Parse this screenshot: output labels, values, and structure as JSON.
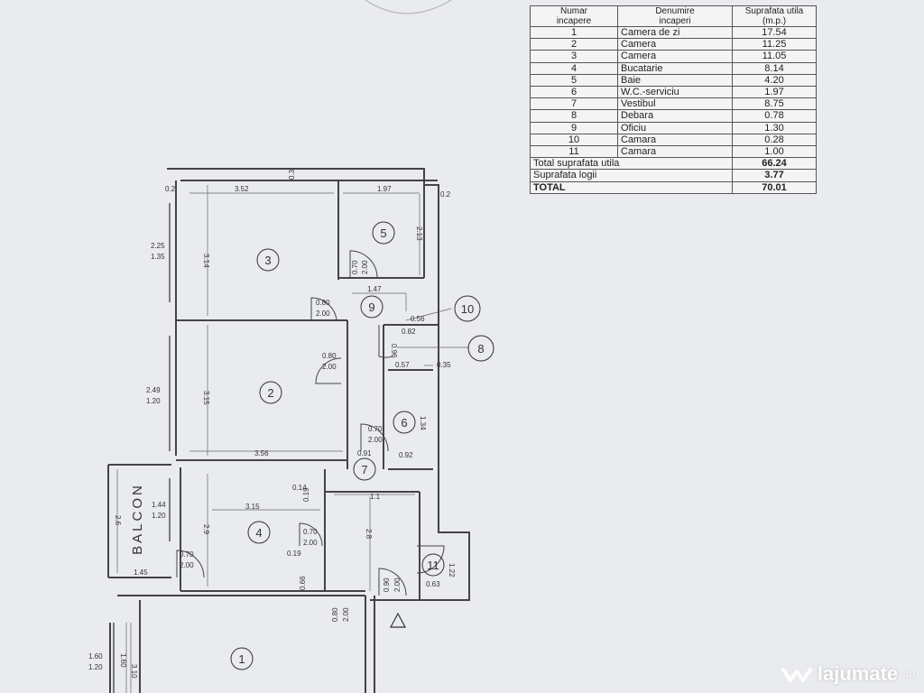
{
  "table": {
    "headers": [
      "Numar\nincapere",
      "Denumire\nincaperi",
      "Suprafata utila\n(m.p.)"
    ],
    "rows": [
      {
        "num": "1",
        "name": "Camera de zi",
        "area": "17.54"
      },
      {
        "num": "2",
        "name": "Camera",
        "area": "11.25"
      },
      {
        "num": "3",
        "name": "Camera",
        "area": "11.05"
      },
      {
        "num": "4",
        "name": "Bucatarie",
        "area": "8.14"
      },
      {
        "num": "5",
        "name": "Baie",
        "area": "4.20"
      },
      {
        "num": "6",
        "name": "W.C.-serviciu",
        "area": "1.97"
      },
      {
        "num": "7",
        "name": "Vestibul",
        "area": "8.75"
      },
      {
        "num": "8",
        "name": "Debara",
        "area": "0.78"
      },
      {
        "num": "9",
        "name": "Oficiu",
        "area": "1.30"
      },
      {
        "num": "10",
        "name": "Camara",
        "area": "0.28"
      },
      {
        "num": "11",
        "name": "Camara",
        "area": "1.00"
      }
    ],
    "totals": [
      {
        "label": "Total suprafata utila",
        "value": "66.24"
      },
      {
        "label": "Suprafata logii",
        "value": "3.77"
      },
      {
        "label": "TOTAL",
        "value": "70.01"
      }
    ]
  },
  "plan": {
    "balcony_label": "BALCON",
    "rooms": [
      {
        "id": "1",
        "label": "1"
      },
      {
        "id": "2",
        "label": "2"
      },
      {
        "id": "3",
        "label": "3"
      },
      {
        "id": "4",
        "label": "4"
      },
      {
        "id": "5",
        "label": "5"
      },
      {
        "id": "6",
        "label": "6"
      },
      {
        "id": "7",
        "label": "7"
      },
      {
        "id": "8",
        "label": "8"
      },
      {
        "id": "9",
        "label": "9"
      },
      {
        "id": "10",
        "label": "10"
      },
      {
        "id": "11",
        "label": "11"
      }
    ],
    "dimensions": [
      {
        "id": "d-3-width",
        "text": "3.52"
      },
      {
        "id": "d-5-width",
        "text": "1.97"
      },
      {
        "id": "d-right-02",
        "text": "0.2"
      },
      {
        "id": "d-left-02",
        "text": "0.2"
      },
      {
        "id": "d-top-vert",
        "text": "0.3"
      },
      {
        "id": "d-3-height",
        "text": "3.14"
      },
      {
        "id": "d-5-height",
        "text": "2.13"
      },
      {
        "id": "d-win3-a",
        "text": "2.25"
      },
      {
        "id": "d-win3-b",
        "text": "1.35"
      },
      {
        "id": "d-door5-a",
        "text": "0.70"
      },
      {
        "id": "d-door5-b",
        "text": "2.00"
      },
      {
        "id": "d-door3-a",
        "text": "0.80"
      },
      {
        "id": "d-door3-b",
        "text": "2.00"
      },
      {
        "id": "d-9-width",
        "text": "1.47"
      },
      {
        "id": "d-10-width",
        "text": "0.56"
      },
      {
        "id": "d-8-a",
        "text": "0.82"
      },
      {
        "id": "d-8-b",
        "text": "0.96"
      },
      {
        "id": "d-8-c",
        "text": "0.57"
      },
      {
        "id": "d-8-d",
        "text": "0.35"
      },
      {
        "id": "d-door2-a",
        "text": "0.80"
      },
      {
        "id": "d-door2-b",
        "text": "2.00"
      },
      {
        "id": "d-win2-a",
        "text": "2.49"
      },
      {
        "id": "d-win2-b",
        "text": "1.20"
      },
      {
        "id": "d-2-height",
        "text": "3.15"
      },
      {
        "id": "d-6-height",
        "text": "1.34"
      },
      {
        "id": "d-door6-a",
        "text": "0.70"
      },
      {
        "id": "d-door6-b",
        "text": "2.00"
      },
      {
        "id": "d-2-width",
        "text": "3.56"
      },
      {
        "id": "d-7-a",
        "text": "0.91"
      },
      {
        "id": "d-6-width",
        "text": "0.92"
      },
      {
        "id": "d-4-a",
        "text": "0.14"
      },
      {
        "id": "d-4-b",
        "text": "0.19"
      },
      {
        "id": "d-7-width",
        "text": "1.1"
      },
      {
        "id": "d-4-width",
        "text": "3.15"
      },
      {
        "id": "d-bal-win-a",
        "text": "1.44"
      },
      {
        "id": "d-bal-win-b",
        "text": "1.20"
      },
      {
        "id": "d-bal-height",
        "text": "2.6"
      },
      {
        "id": "d-4-height",
        "text": "2.9"
      },
      {
        "id": "d-door4-a",
        "text": "0.70"
      },
      {
        "id": "d-door4-b",
        "text": "2.00"
      },
      {
        "id": "d-4-c",
        "text": "0.19"
      },
      {
        "id": "d-door-bal-a",
        "text": "0.70"
      },
      {
        "id": "d-door-bal-b",
        "text": "2.00"
      },
      {
        "id": "d-bal-width",
        "text": "1.45"
      },
      {
        "id": "d-7-height",
        "text": "2.8"
      },
      {
        "id": "d-11-height",
        "text": "1.22"
      },
      {
        "id": "d-11-width",
        "text": "0.63"
      },
      {
        "id": "d-4-d",
        "text": "0.66"
      },
      {
        "id": "d-door1-a",
        "text": "0.80"
      },
      {
        "id": "d-door1-b",
        "text": "2.00"
      },
      {
        "id": "d-entry-a",
        "text": "0.90"
      },
      {
        "id": "d-entry-b",
        "text": "2.00"
      },
      {
        "id": "d-win1-a",
        "text": "1.60"
      },
      {
        "id": "d-win1-b",
        "text": "1.20"
      },
      {
        "id": "d-1-a",
        "text": "1.60"
      },
      {
        "id": "d-1-b",
        "text": "3.10"
      }
    ]
  },
  "watermark": {
    "brand": "lajumate",
    "tld": ".ro"
  },
  "colors": {
    "paper": "#e9ebee",
    "ink": "#444444",
    "watermark": "#ffffff"
  }
}
